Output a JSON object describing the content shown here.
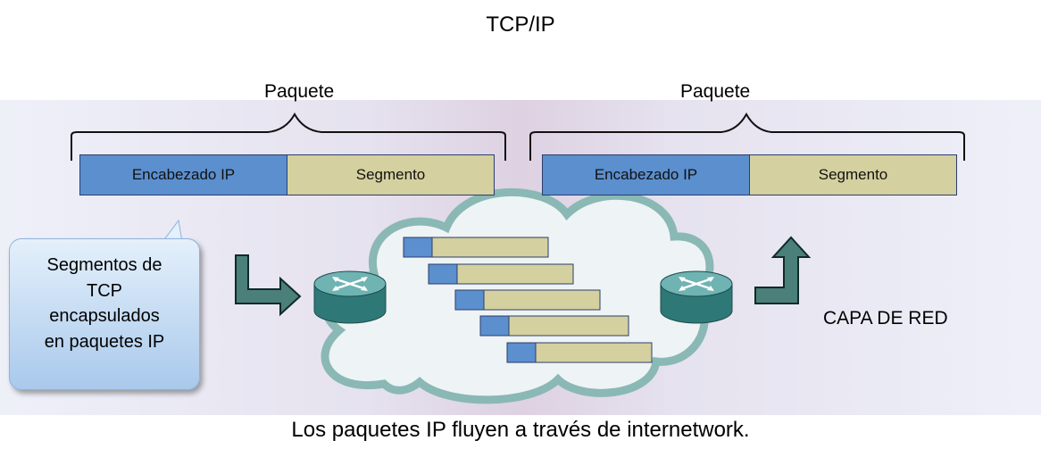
{
  "title": "TCP/IP",
  "packets": [
    {
      "label": "Paquete",
      "header": "Encabezado IP",
      "segment": "Segmento"
    },
    {
      "label": "Paquete",
      "header": "Encabezado IP",
      "segment": "Segmento"
    }
  ],
  "callout": {
    "lines": [
      "Segmentos de",
      "TCP",
      "encapsulados",
      "en paquetes IP"
    ]
  },
  "layer_label": "CAPA DE RED",
  "caption": "Los paquetes IP fluyen a través de internetwork.",
  "colors": {
    "ip_header": "#5b8fce",
    "segment": "#d4d09f",
    "arrow": "#4a7f7a",
    "router": "#3f8f8f",
    "cloud_outline": "#8ab8b4"
  }
}
